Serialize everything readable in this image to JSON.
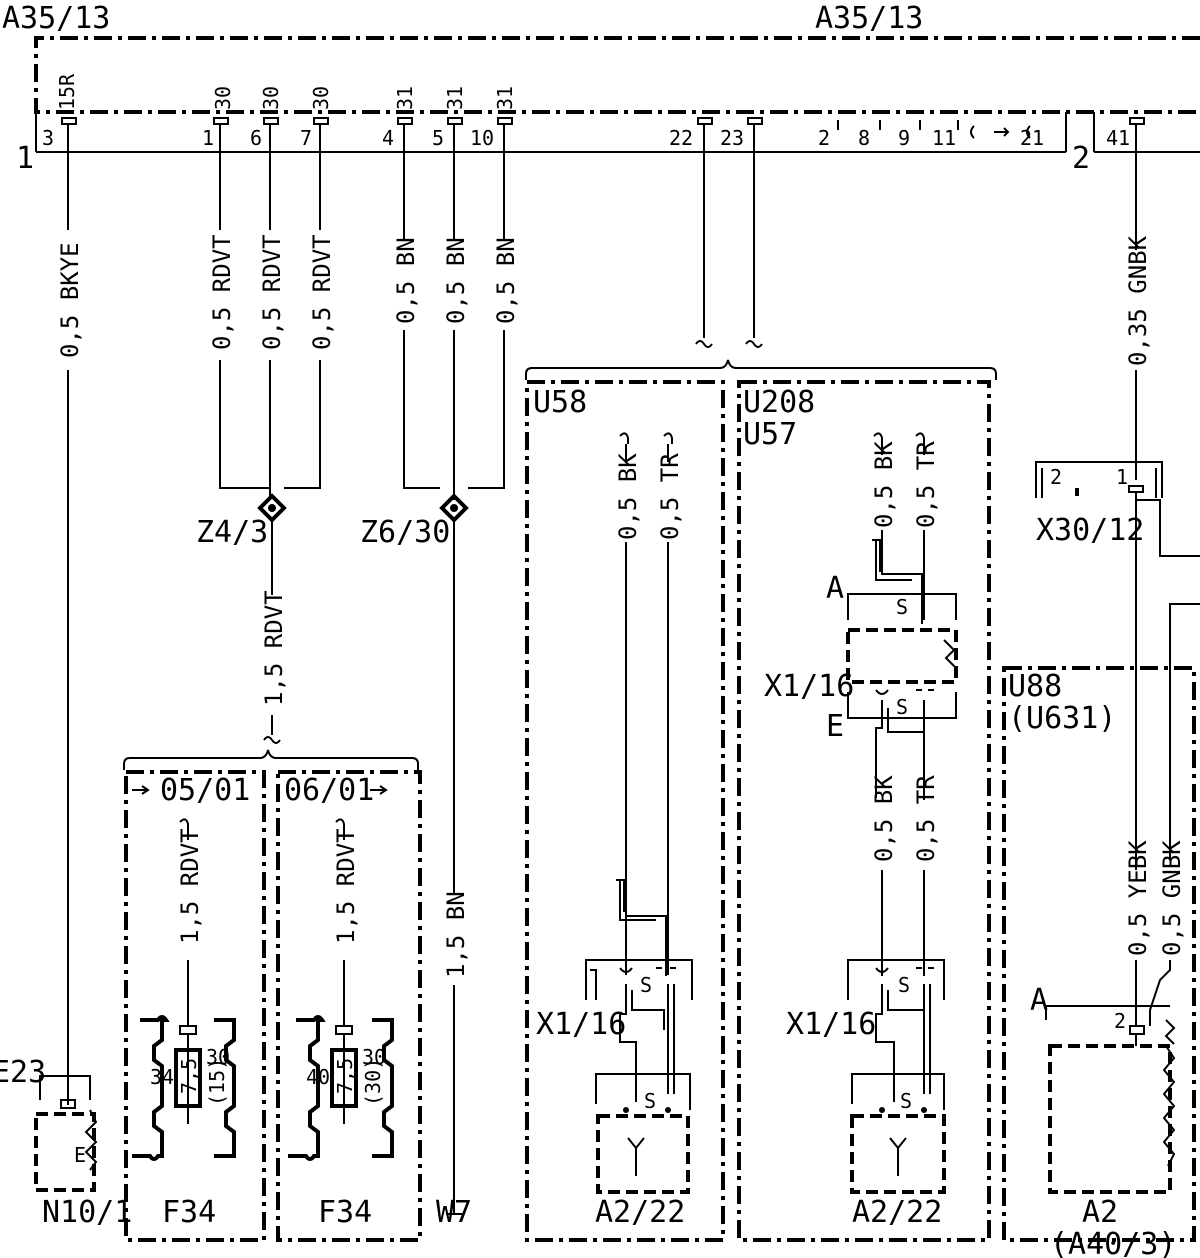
{
  "module": {
    "label_left": "A35/13",
    "label_center": "A35/13",
    "connector_1": "1",
    "connector_2": "2"
  },
  "pins": {
    "p3": "3",
    "p1": "1",
    "p6": "6",
    "p7": "7",
    "p4": "4",
    "p5": "5",
    "p10": "10",
    "p22": "22",
    "p23": "23",
    "p2": "2",
    "p8": "8",
    "p9": "9",
    "p11": "11",
    "p21": "21",
    "p41": "41",
    "t15r": "15R",
    "t30a": "30",
    "t30b": "30",
    "t30c": "30",
    "t31a": "31",
    "t31b": "31",
    "t31c": "31"
  },
  "wires": {
    "bkye": "0,5 BKYE",
    "rdvt": "0,5 RDVT",
    "bn": "0,5 BN",
    "rdvt15": "1,5 RDVT",
    "bn15": "1,5 BN",
    "gnbk035": "0,35 GNBK",
    "bk": "0,5 BK",
    "tr": "0,5 TR",
    "yebk": "0,5 YEBK",
    "gnbk05": "0,5 GNBK"
  },
  "components": {
    "z43": "Z4/3",
    "z630": "Z6/30",
    "u58": "U58",
    "u208": "U208",
    "u57": "U57",
    "x3012": "X30/12",
    "x3012_p2": "2",
    "x3012_p1": "1",
    "x116": "X1/16",
    "conn_a": "A",
    "conn_e": "E",
    "u88": "U88",
    "u631": "(U631)",
    "ref0501": "05/01",
    "ref0601": "06/01",
    "fuse_left": "34",
    "fuse_right": "40",
    "fuse_val": "7,5",
    "fuse_t30": "30",
    "fuse_t15": "(15)",
    "fuse_t30b": "(30)",
    "s": "S",
    "e23": "E23",
    "n101": "N10/1",
    "n101_e": "E",
    "f34a": "F34",
    "f34b": "F34",
    "w7": "W7",
    "a222a": "A2/22",
    "a222b": "A2/22",
    "a2": "A2",
    "a403": "(A40/3)",
    "a2_pin": "2",
    "a2_conn": "A"
  }
}
